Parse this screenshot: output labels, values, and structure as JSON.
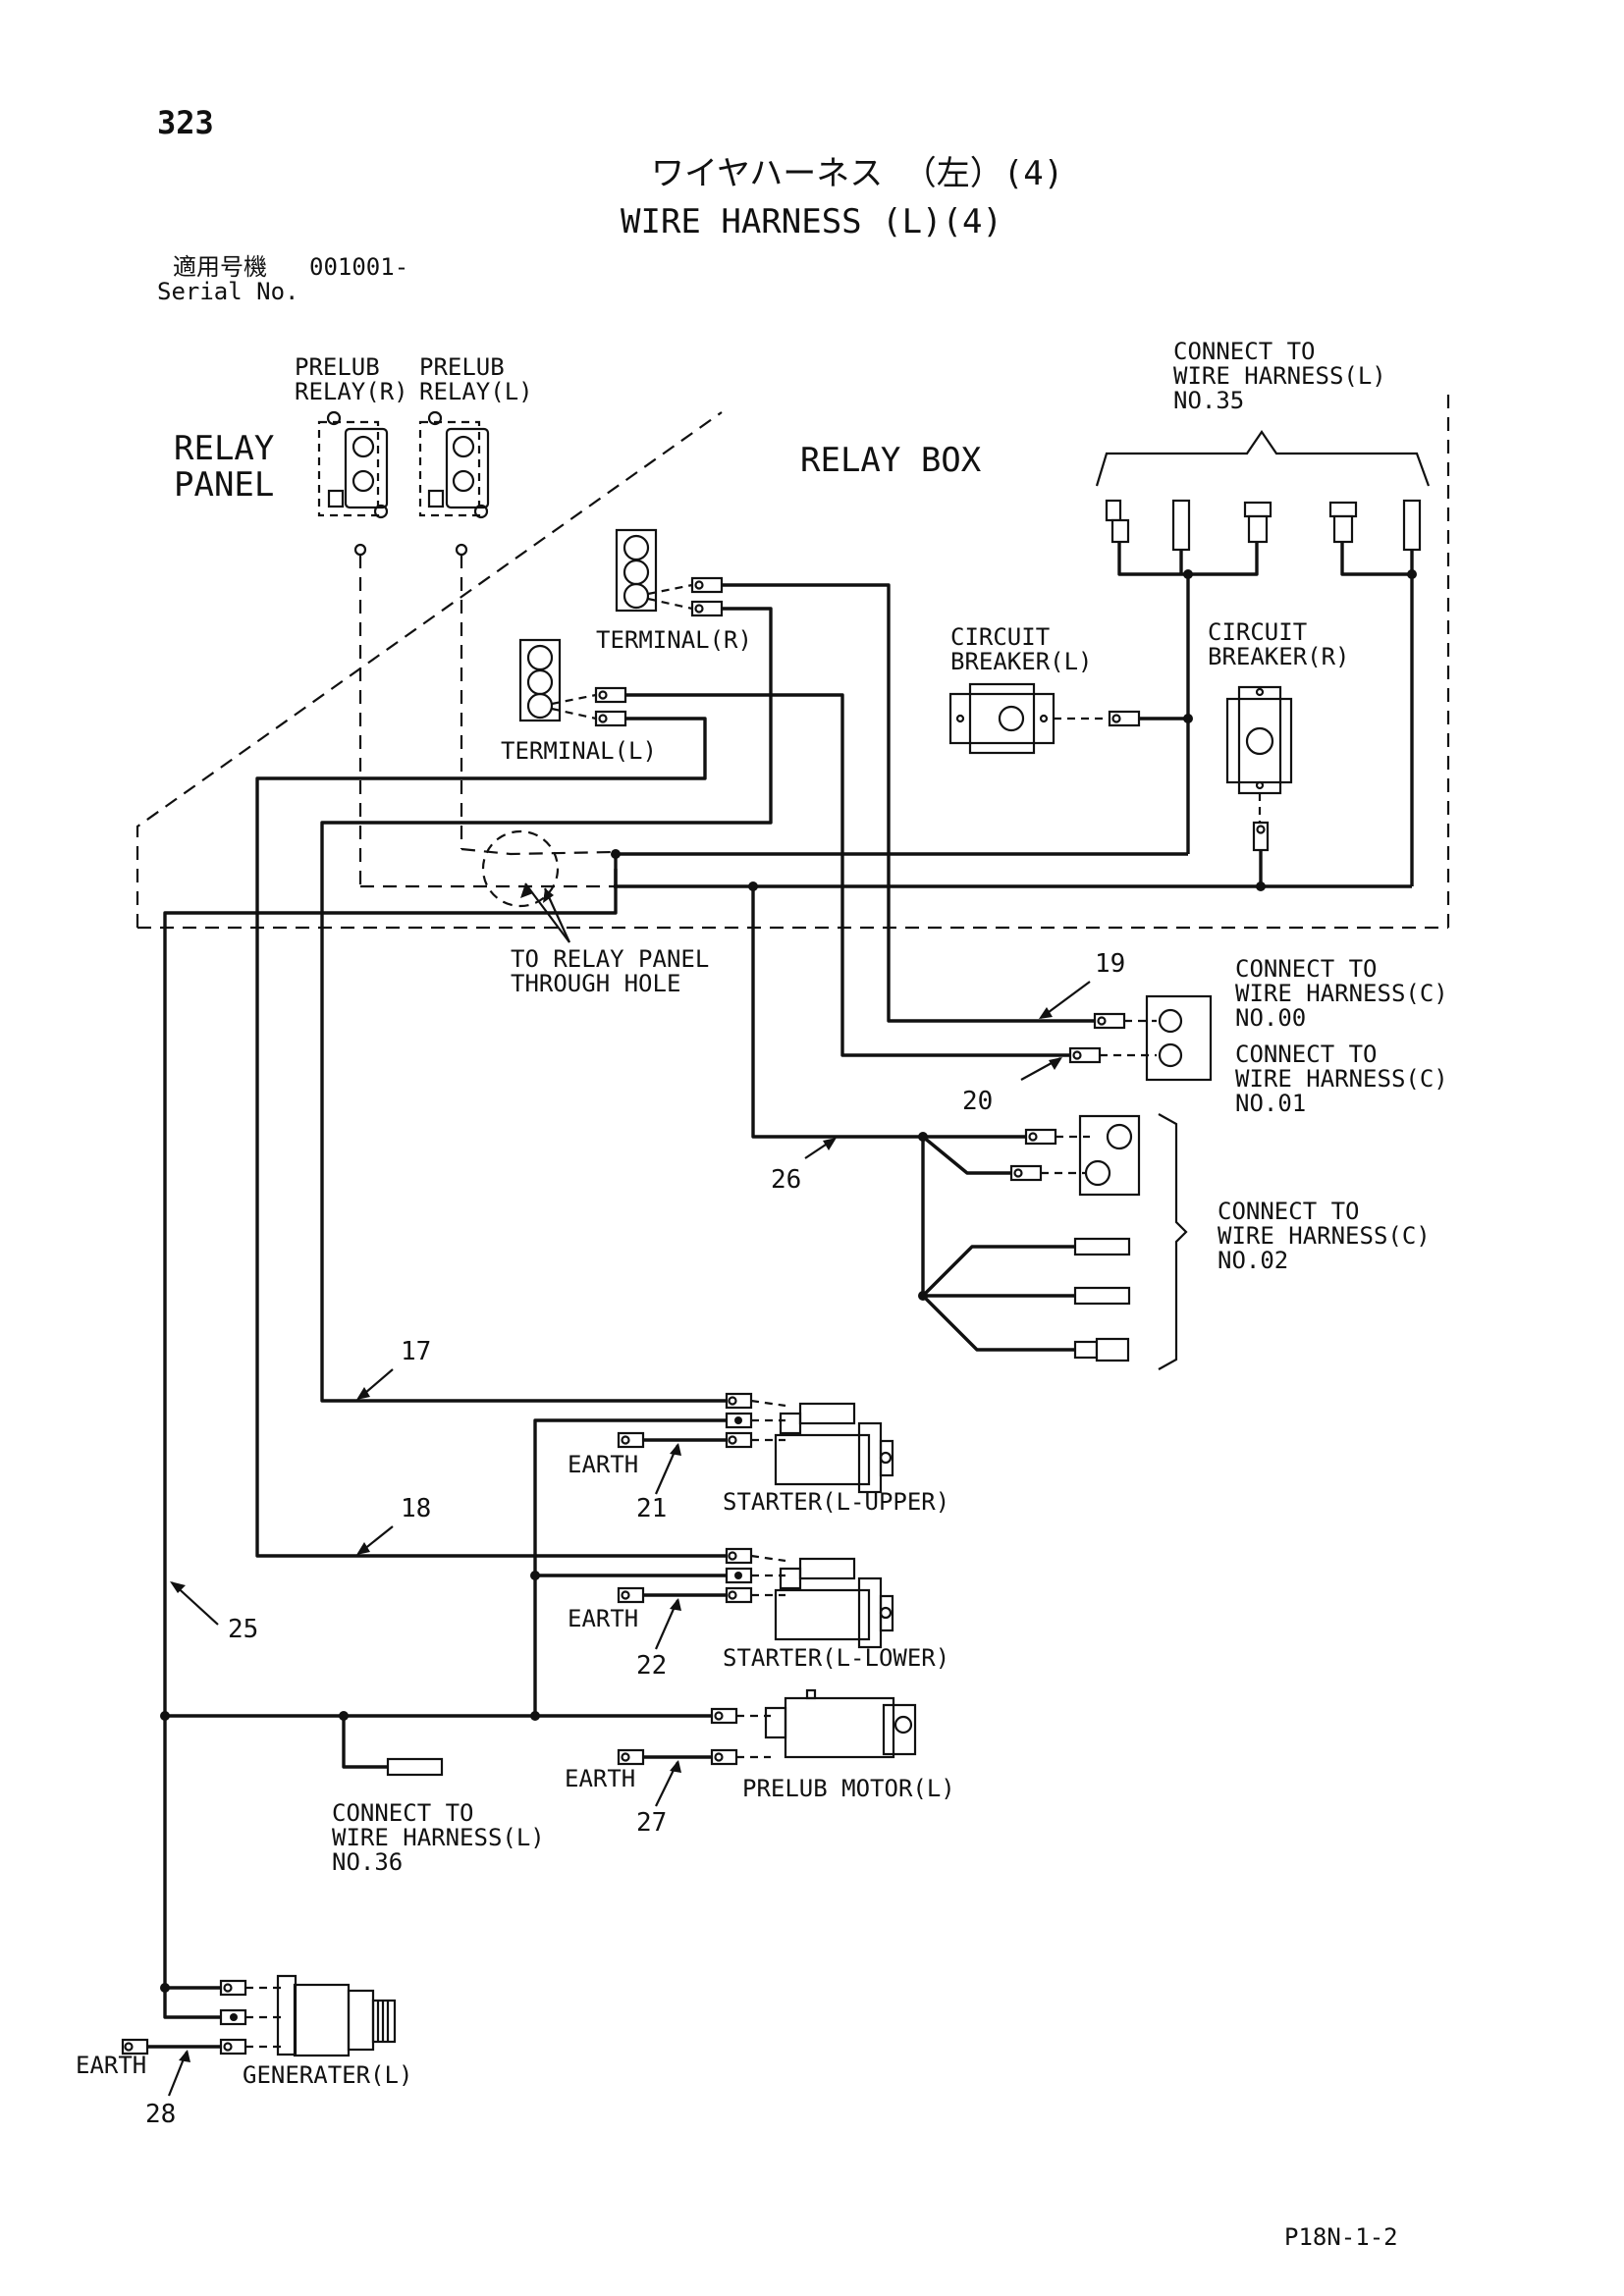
{
  "page_number": "323",
  "title_jp": "ワイヤハーネス （左）(4)",
  "title_en": "WIRE HARNESS (L)(4)",
  "serial_label_jp": "適用号機",
  "serial_label_en": "Serial No.",
  "serial_value": "001001-",
  "relay_panel": {
    "line1": "RELAY",
    "line2": "PANEL"
  },
  "relay_box": "RELAY BOX",
  "prelub_relay_r": {
    "line1": "PRELUB",
    "line2": "RELAY(R)"
  },
  "prelub_relay_l": {
    "line1": "PRELUB",
    "line2": "RELAY(L)"
  },
  "connect_35": {
    "line1": "CONNECT TO",
    "line2": "WIRE HARNESS(L)",
    "line3": "NO.35"
  },
  "terminal_r": "TERMINAL(R)",
  "terminal_l": "TERMINAL(L)",
  "circuit_breaker_l": {
    "line1": "CIRCUIT",
    "line2": "BREAKER(L)"
  },
  "circuit_breaker_r": {
    "line1": "CIRCUIT",
    "line2": "BREAKER(R)"
  },
  "through_hole": {
    "line1": "TO RELAY PANEL",
    "line2": "THROUGH HOLE"
  },
  "connect_c00": {
    "line1": "CONNECT TO",
    "line2": "WIRE HARNESS(C)",
    "line3": "NO.00"
  },
  "connect_c01": {
    "line1": "CONNECT TO",
    "line2": "WIRE HARNESS(C)",
    "line3": "NO.01"
  },
  "connect_c02": {
    "line1": "CONNECT TO",
    "line2": "WIRE HARNESS(C)",
    "line3": "NO.02"
  },
  "connect_36": {
    "line1": "CONNECT TO",
    "line2": "WIRE HARNESS(L)",
    "line3": "NO.36"
  },
  "earth": "EARTH",
  "starter_upper": "STARTER(L-UPPER)",
  "starter_lower": "STARTER(L-LOWER)",
  "prelub_motor": "PRELUB MOTOR(L)",
  "generater": "GENERATER(L)",
  "part_numbers": {
    "p17": "17",
    "p18": "18",
    "p19": "19",
    "p20": "20",
    "p21": "21",
    "p22": "22",
    "p25": "25",
    "p26": "26",
    "p27": "27",
    "p28": "28"
  },
  "doc_code": "P18N-1-2"
}
